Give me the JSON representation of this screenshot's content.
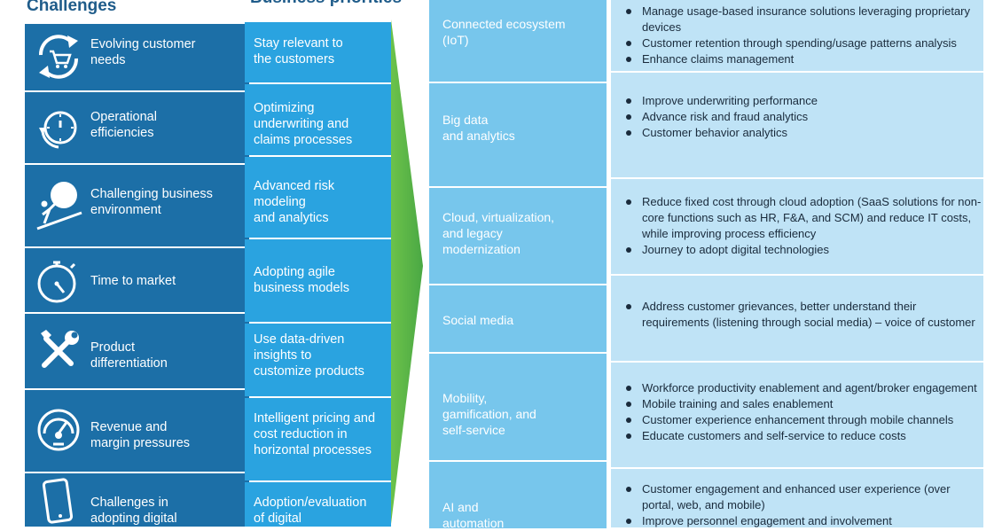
{
  "headers": {
    "challenges": "Challenges",
    "priorities": "Business priorities"
  },
  "challenges": [
    {
      "label": "Evolving customer\nneeds",
      "icon": "cart-refresh-icon"
    },
    {
      "label": "Operational\nefficiencies",
      "icon": "stopwatch-cycle-icon"
    },
    {
      "label": "Challenging business\nenvironment",
      "icon": "person-pushing-boulder-icon"
    },
    {
      "label": "Time to market",
      "icon": "stopwatch-icon"
    },
    {
      "label": "Product\ndifferentiation",
      "icon": "wrench-screwdriver-icon"
    },
    {
      "label": "Revenue and\nmargin pressures",
      "icon": "gauge-icon"
    },
    {
      "label": "Challenges in\nadopting digital",
      "icon": "mobile-phone-icon"
    }
  ],
  "priorities": [
    "Stay relevant to\nthe customers",
    "Optimizing\nunderwriting and\nclaims processes",
    "Advanced risk\nmodeling\nand analytics",
    "Adopting agile\nbusiness models",
    "Use data-driven\ninsights to\ncustomize products",
    "Intelligent pricing and\ncost reduction in\nhorizontal processes",
    "Adoption/evaluation\nof digital"
  ],
  "technologies": [
    "Connected ecosystem\n(IoT)",
    "Big data\nand analytics",
    "Cloud, virtualization,\nand legacy\nmodernization",
    "Social media",
    "Mobility,\ngamification, and\nself-service",
    "AI and\nautomation"
  ],
  "details": [
    [
      "Manage usage-based insurance solutions leveraging proprietary devices",
      "Customer retention through spending/usage patterns analysis",
      "Enhance claims management"
    ],
    [
      "Improve underwriting performance",
      "Advance risk and fraud analytics",
      "Customer behavior analytics"
    ],
    [
      "Reduce fixed cost  through cloud adoption (SaaS solutions for non-core functions such as HR, F&A, and SCM) and reduce IT costs, while improving process efficiency",
      "Journey to adopt digital technologies"
    ],
    [
      "Address customer grievances, better understand their requirements (listening through social media) – voice of customer"
    ],
    [
      "Workforce productivity enablement and agent/broker engagement",
      "Mobile training and sales enablement",
      "Customer experience enhancement through mobile channels",
      "Educate customers and self-service to reduce costs"
    ],
    [
      "Customer engagement and enhanced user experience (over portal, web, and mobile)",
      "Improve personnel engagement and involvement"
    ]
  ],
  "colors": {
    "challenge_bg": "#1c6fa7",
    "priority_bg": "#2aa3e0",
    "technology_bg": "#77c6ec",
    "detail_bg": "#bfe3f6",
    "arrow": "#5cb85c",
    "header": "#1f5c8a"
  }
}
